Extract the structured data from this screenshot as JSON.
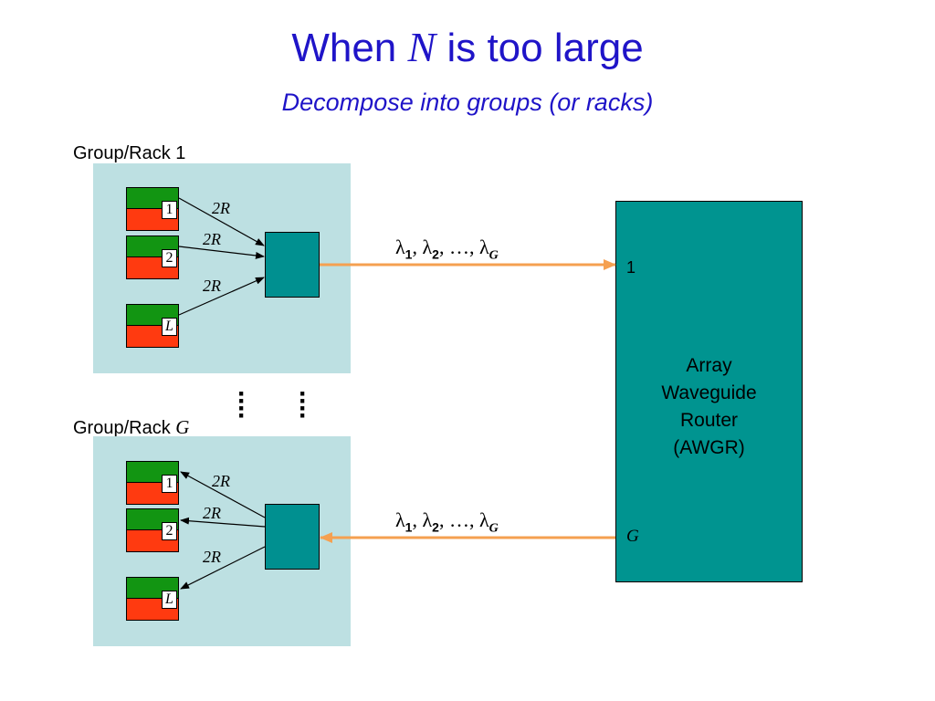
{
  "title": {
    "prefix": "When",
    "variable": "N",
    "suffix": "is too large",
    "subtitle": "Decompose into groups (or racks)"
  },
  "groups": [
    {
      "label_prefix": "Group/Rack",
      "label_id": "1",
      "servers": [
        "1",
        "2",
        "L"
      ],
      "rates": [
        "2R",
        "2R",
        "2R"
      ],
      "link": {
        "direction": "to-awgr",
        "wavelengths": [
          "λ",
          "1",
          ", λ",
          "2",
          ", …, λ",
          "G"
        ]
      }
    },
    {
      "label_prefix": "Group/Rack",
      "label_id": "G",
      "servers": [
        "1",
        "2",
        "L"
      ],
      "rates": [
        "2R",
        "2R",
        "2R"
      ],
      "link": {
        "direction": "from-awgr",
        "wavelengths": [
          "λ",
          "1",
          ", λ",
          "2",
          ", …, λ",
          "G"
        ]
      }
    }
  ],
  "awgr": {
    "lines": [
      "Array",
      "Waveguide",
      "Router",
      "(AWGR)"
    ],
    "ports": [
      "1",
      "G"
    ]
  },
  "colors": {
    "title": "#1f14c8",
    "rack_background": "#bde0e2",
    "server_top": "#129512",
    "server_bottom": "#ff3a10",
    "switch": "#009090",
    "awgr": "#009490",
    "optical_link": "#f5a050"
  }
}
